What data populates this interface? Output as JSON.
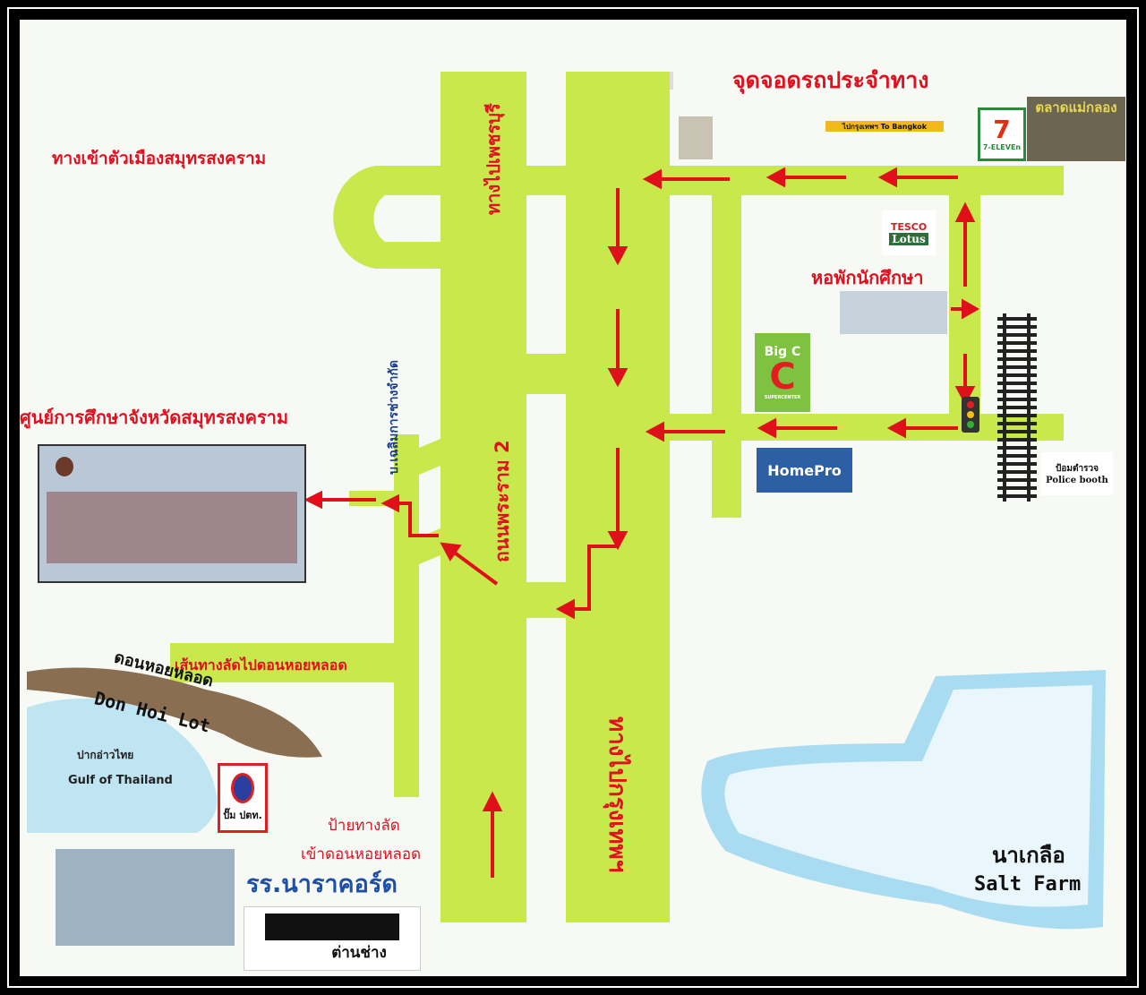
{
  "labels": {
    "bus_stop": "จุดจอดรถประจำทาง",
    "city_entrance": "ทางเข้าตัวเมืองสมุทรสงคราม",
    "to_phetchaburi": "ทางไปเพชรบุรี",
    "to_bangkok_sign": "ไปกรุงเทพฯ To Bangkok",
    "market": "ตลาดแม่กลอง",
    "seven_eleven": "7-ELEVEn",
    "tesco_top": "TESCO",
    "tesco_bottom": "Lotus",
    "dormitory": "หอพักนักศึกษา",
    "bigc": "Big C",
    "bigc_sub": "SUPERCENTER",
    "homepro": "HomePro",
    "police_th": "ป้อมตำรวจ",
    "police_en": "Police booth",
    "education_center": "ศูนย์การศึกษาจังหวัดสมุทรสงคราม",
    "company": "บ.เฉลิมการช่างจำกัด",
    "rama2": "ถนนพระราม 2",
    "to_bangkok": "ทางไปกรุงเทพฯ",
    "shortcut_road": "เส้นทางลัดไปดอนหอยหลอด",
    "donhoilot_th": "ดอนหอยหลอด",
    "donhoilot_en": "Don Hoi Lot",
    "gulf_th": "ปากอ่าวไทย",
    "gulf_en": "Gulf of Thailand",
    "ptt": "ปั๊ม ปตท.",
    "shortcut_sign_1": "ป้ายทางลัด",
    "shortcut_sign_2": "เข้าดอนหอยหลอด",
    "school": "รร.นาราคอร์ด",
    "checkpoint": "ต่านช่าง",
    "salt_th": "นาเกลือ",
    "salt_en": "Salt Farm"
  },
  "colors": {
    "road": "#c8e84c",
    "arrow": "#e0101a",
    "bg": "#f7faf4"
  }
}
